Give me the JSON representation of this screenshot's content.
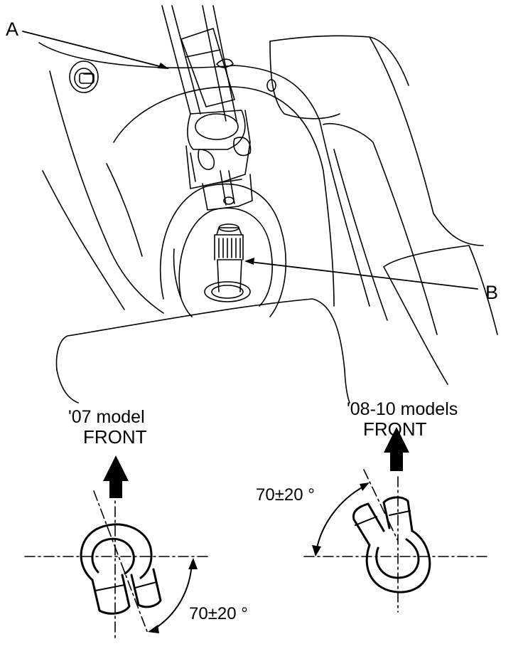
{
  "callouts": {
    "a": "A",
    "b": "B"
  },
  "left_detail": {
    "model": "'07 model",
    "direction": "FRONT",
    "angle": "70±20 °"
  },
  "right_detail": {
    "model": "'08-10 models",
    "direction": "FRONT",
    "angle": "70±20 °"
  },
  "colors": {
    "line": "#000000",
    "background": "#ffffff"
  }
}
